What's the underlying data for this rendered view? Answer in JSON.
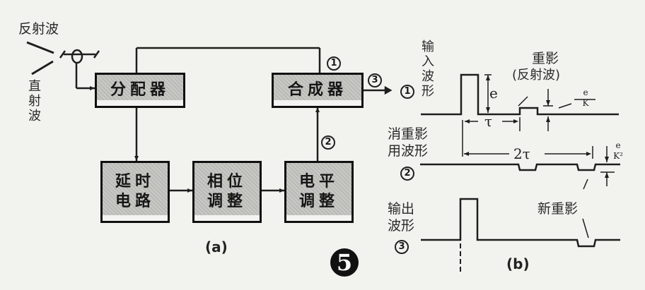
{
  "figure_number": "5",
  "diagram_a": {
    "caption": "(a)",
    "inputs": {
      "reflected_wave": "反射波",
      "direct_wave": [
        "直",
        "射",
        "波"
      ]
    },
    "blocks": {
      "distributor": "分配器",
      "combiner": "合成器",
      "delay_circuit": [
        "延时",
        "电路"
      ],
      "phase_adjust": [
        "相位",
        "调整"
      ],
      "level_adjust": [
        "电平",
        "调整"
      ]
    },
    "markers": {
      "m1": "1",
      "m2": "2",
      "m3": "3"
    }
  },
  "diagram_b": {
    "caption": "(b)",
    "waveform_1": {
      "label": [
        "输",
        "入",
        "波",
        "形"
      ],
      "marker": "1",
      "amplitude": "e",
      "ghost_label": "重影",
      "ghost_sub": "(反射波)",
      "ghost_amplitude_num": "e",
      "ghost_amplitude_den": "K",
      "delay": "τ"
    },
    "waveform_2": {
      "label": [
        "消重影",
        "用波形"
      ],
      "marker": "2",
      "delay": "2τ",
      "amplitude_num": "e",
      "amplitude_den": "K²"
    },
    "waveform_3": {
      "label": [
        "输出",
        "波形"
      ],
      "marker": "3",
      "new_ghost": "新重影"
    }
  }
}
